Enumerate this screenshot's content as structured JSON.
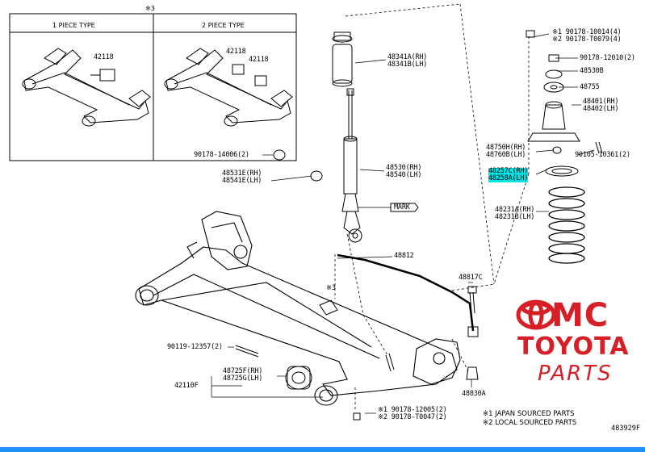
{
  "inset": {
    "mark": "※3",
    "left_title": "1 PIECE TYPE",
    "right_title": "2 PIECE TYPE",
    "left_part": "42118",
    "right_parts": [
      "42118",
      "42118"
    ]
  },
  "labels": {
    "p48341": [
      "48341A(RH)",
      "48341B(LH)"
    ],
    "p90178_14006": "90178-14006(2)",
    "p48531": [
      "48531E(RH)",
      "48541E(LH)"
    ],
    "p48530": [
      "48530(RH)",
      "48540(LH)"
    ],
    "mark": "MARK",
    "p48812": "48812",
    "p48817": "48817C",
    "mark3_mid": "※3",
    "p90119": "90119-12357(2)",
    "p48725": [
      "48725F(RH)",
      "48725G(LH)"
    ],
    "p42110": "42110F",
    "p48830": "48830A",
    "bolt_notes": [
      "※1 90178-12005(2)",
      "※2 90178-T0047(2)"
    ],
    "top_nut": [
      "※1 90178-10014(4)",
      "※2 90178-T0079(4)"
    ],
    "p90178_12010": "90178-12010(2)",
    "p48530b": "48530B",
    "p48755": "48755",
    "p48401": [
      "48401(RH)",
      "48402(LH)"
    ],
    "p48750": [
      "48750H(RH)",
      "48760B(LH)"
    ],
    "p90105": "90105-10361(2)",
    "p48257": [
      "48257C(RH)",
      "48258A(LH)"
    ],
    "p48231": [
      "48231A(RH)",
      "48231B(LH)"
    ]
  },
  "footnotes": [
    "※1 JAPAN SOURCED PARTS",
    "※2 LOCAL SOURCED PARTS"
  ],
  "drawing_code": "483929F",
  "brand": {
    "mc": "MC",
    "toyota": "TOYOTA",
    "parts": "PARTS",
    "color": "#d61f26"
  },
  "highlight_color": "#00e5e5"
}
